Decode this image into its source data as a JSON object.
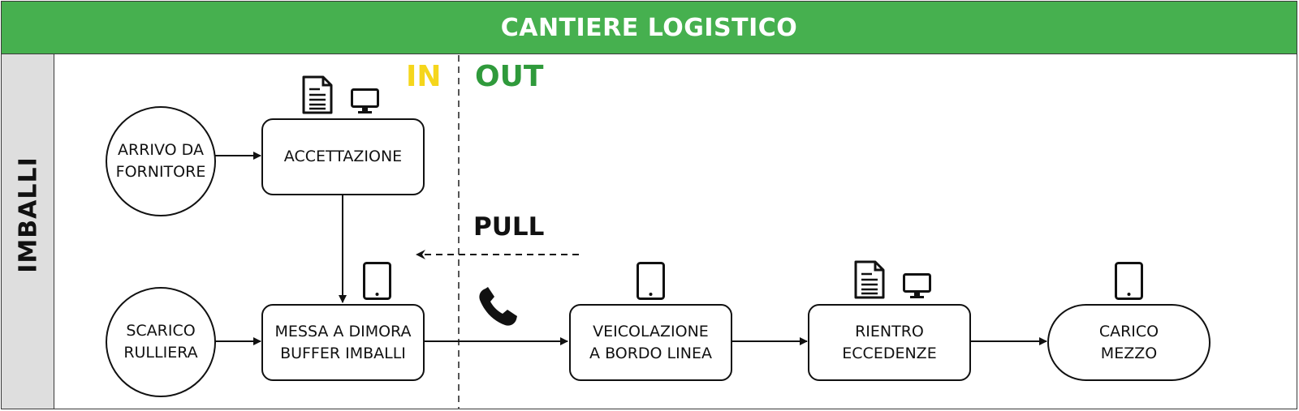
{
  "header": {
    "title": "CANTIERE LOGISTICO"
  },
  "lane": {
    "label": "IMBALLI"
  },
  "zones": {
    "in": {
      "label": "IN",
      "color": "#f5d61c"
    },
    "out": {
      "label": "OUT",
      "color": "#2f9a3b"
    }
  },
  "pull_label": "PULL",
  "nodes": {
    "arrivo": "ARRIVO DA\nFORNITORE",
    "accettazione": "ACCETTAZIONE",
    "scarico": "SCARICO\nRULLIERA",
    "messa": "MESSA A DIMORA\nBUFFER IMBALLI",
    "veicolazione": "VEICOLAZIONE\nA BORDO LINEA",
    "rientro": "RIENTRO\nECCEDENZE",
    "carico": "CARICO\nMEZZO"
  },
  "icons": [
    "document-icon",
    "monitor-icon",
    "tablet-icon",
    "phone-icon"
  ],
  "colors": {
    "header_bg": "#46b04f",
    "lane_bg": "#dedede"
  }
}
